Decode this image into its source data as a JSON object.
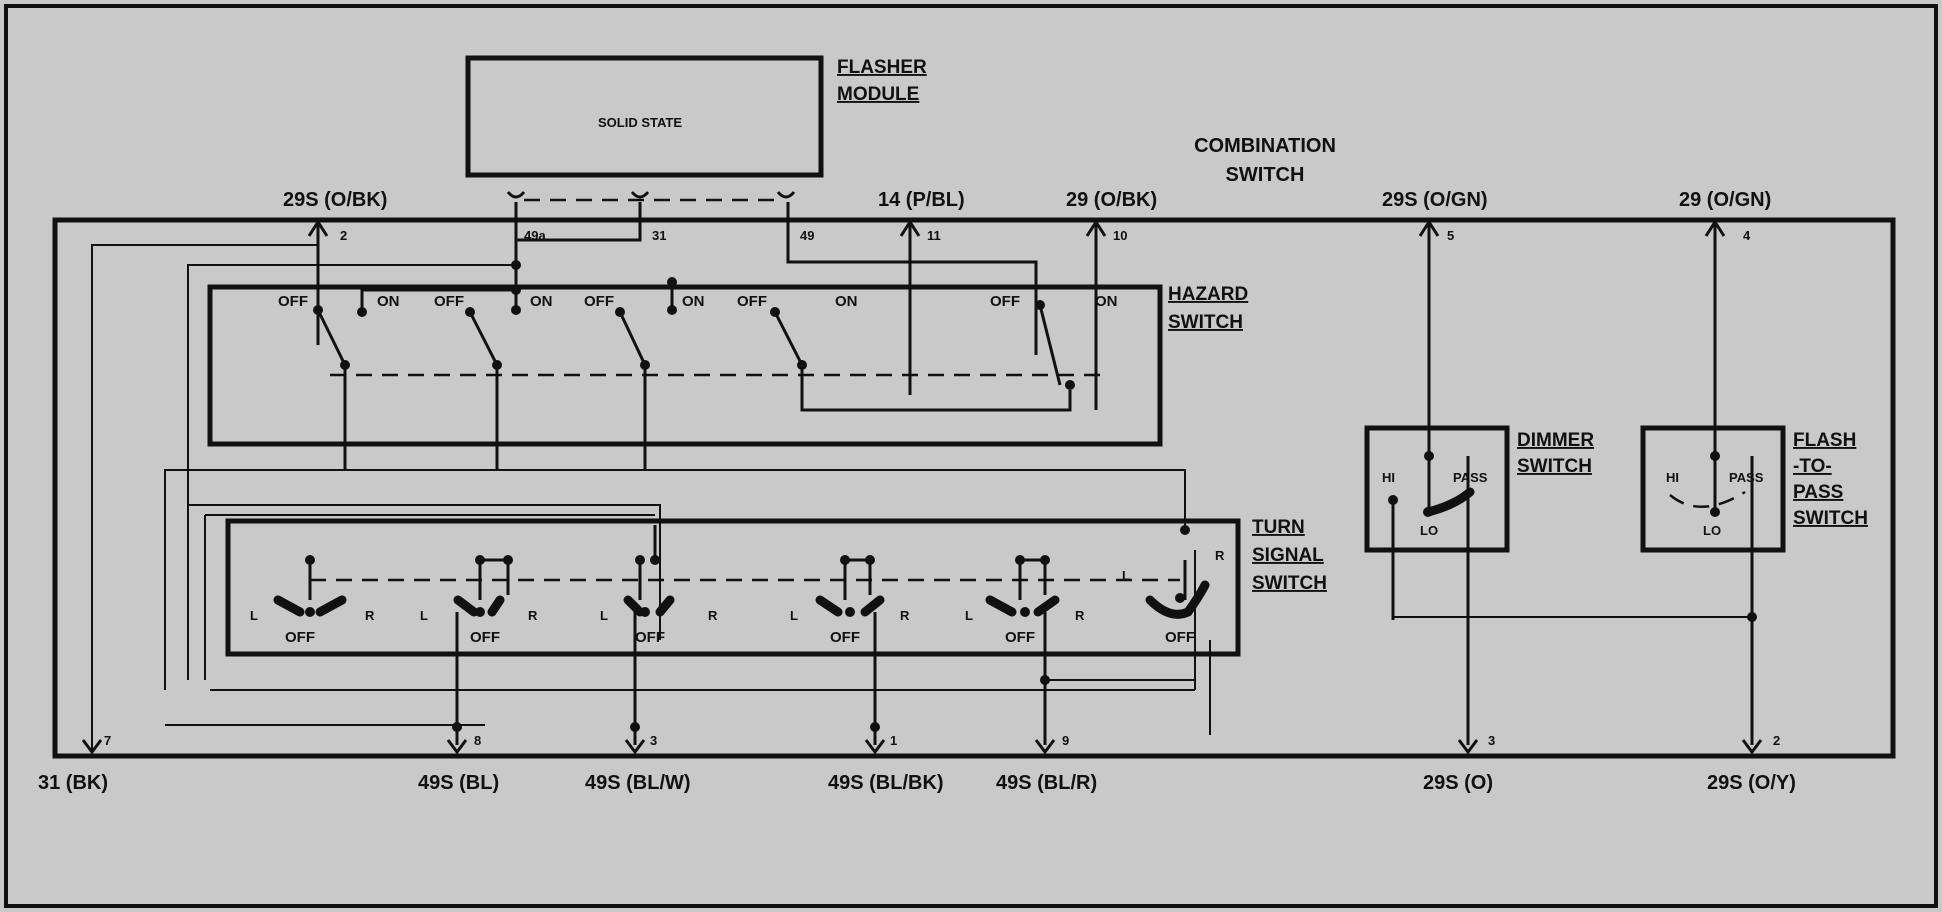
{
  "flasher": {
    "title_line1": "FLASHER",
    "title_line2": "MODULE",
    "inner": "SOLID STATE"
  },
  "combination_switch": {
    "line1": "COMBINATION",
    "line2": "SWITCH"
  },
  "hazard": {
    "title_line1": "HAZARD",
    "title_line2": "SWITCH",
    "off": "OFF",
    "on": "ON"
  },
  "turn": {
    "title_line1": "TURN",
    "title_line2": "SIGNAL",
    "title_line3": "SWITCH",
    "left": "L",
    "right": "R",
    "off": "OFF"
  },
  "dimmer": {
    "title_line1": "DIMMER",
    "title_line2": "SWITCH",
    "hi": "HI",
    "pass": "PASS",
    "lo": "LO"
  },
  "flash_to_pass": {
    "title_line1": "FLASH",
    "title_line2": "-TO-",
    "title_line3": "PASS",
    "title_line4": "SWITCH",
    "hi": "HI",
    "pass": "PASS",
    "lo": "LO"
  },
  "top_connectors": [
    {
      "wire": "29S (O/BK)",
      "pin": "2"
    },
    {
      "wire": "14 (P/BL)",
      "pin": "11"
    },
    {
      "wire": "29 (O/BK)",
      "pin": "10"
    },
    {
      "wire": "29S (O/GN)",
      "pin": "5"
    },
    {
      "wire": "29 (O/GN)",
      "pin": "4"
    }
  ],
  "flasher_pins": [
    "49a",
    "31",
    "49"
  ],
  "bottom_connectors": [
    {
      "wire": "31 (BK)",
      "pin": "7"
    },
    {
      "wire": "49S (BL)",
      "pin": "8"
    },
    {
      "wire": "49S (BL/W)",
      "pin": "3"
    },
    {
      "wire": "49S (BL/BK)",
      "pin": "1"
    },
    {
      "wire": "49S (BL/R)",
      "pin": "9"
    },
    {
      "wire": "29S (O)",
      "pin": "3"
    },
    {
      "wire": "29S (O/Y)",
      "pin": "2"
    }
  ]
}
